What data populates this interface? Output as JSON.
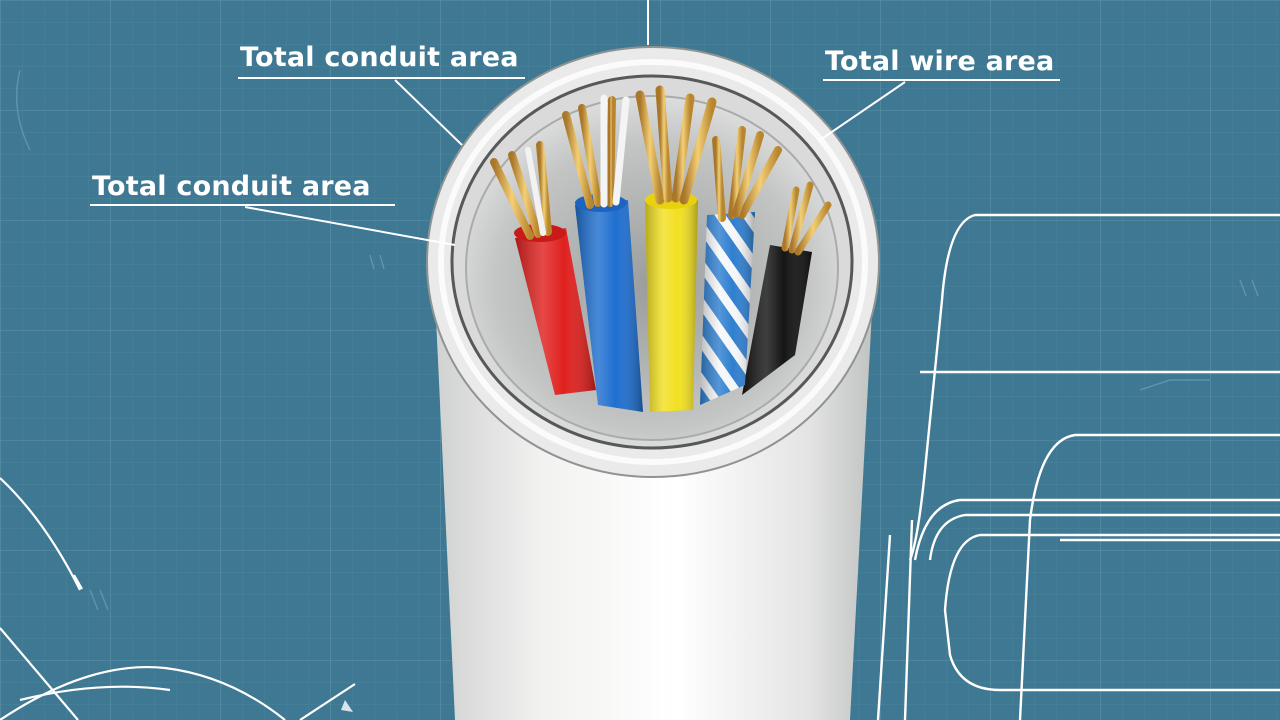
{
  "labels": {
    "top_left": "Total conduit area",
    "mid_left": "Total conduit area",
    "top_right": "Total wire area"
  },
  "colors": {
    "blueprint_background": "#3f7893",
    "grid_line": "#5d93ab",
    "sketch_line": "#ffffff",
    "conduit": "#ecedec",
    "wire_red": "#e0211f",
    "wire_blue": "#1f6fd0",
    "wire_yellow": "#f2e022",
    "wire_blue_white": "#2f7fd0",
    "wire_black": "#151515",
    "copper": "#d9a845"
  },
  "wires": [
    {
      "name": "red-wire",
      "color": "#e0211f"
    },
    {
      "name": "blue-wire",
      "color": "#1f6fd0"
    },
    {
      "name": "yellow-wire",
      "color": "#f2e022"
    },
    {
      "name": "blue-white-striped-wire",
      "color": "#2f7fd0"
    },
    {
      "name": "black-wire",
      "color": "#151515"
    }
  ]
}
